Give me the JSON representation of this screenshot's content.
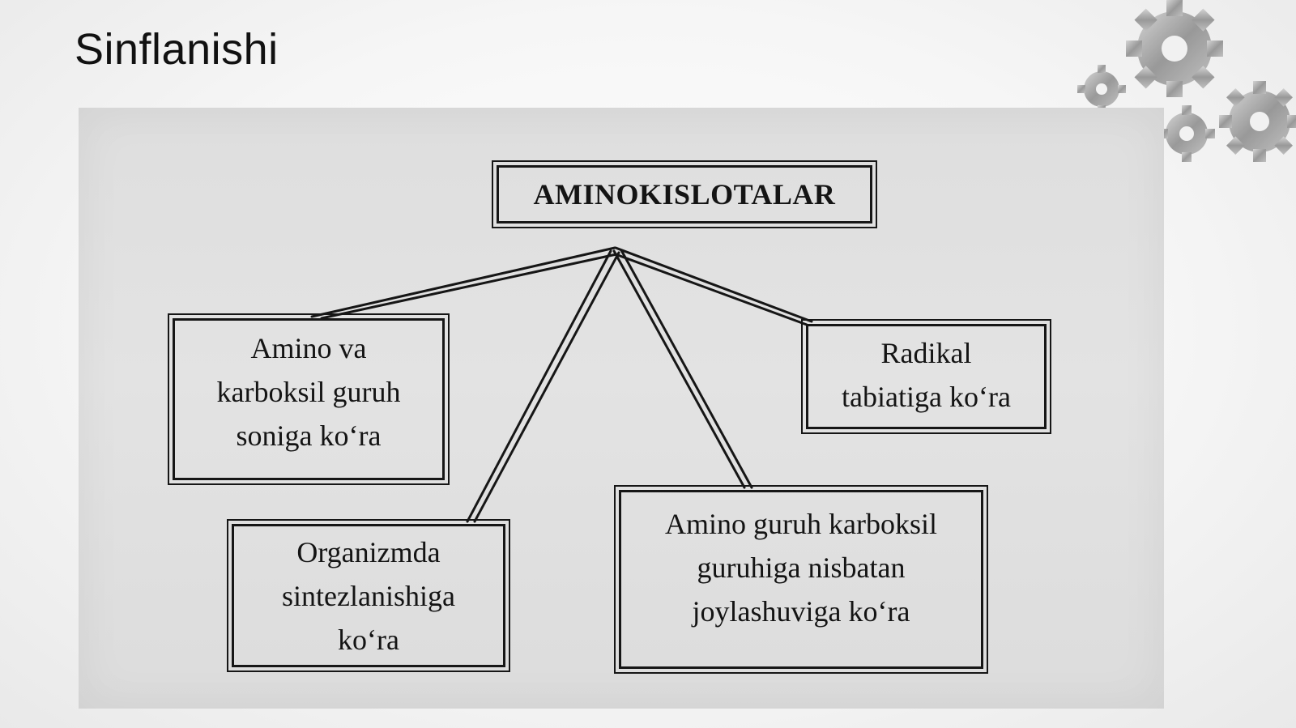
{
  "slide": {
    "title": "Sinflanishi"
  },
  "diagram": {
    "root": "AMINOKISLOTALAR",
    "nodes": [
      {
        "id": "amino-count",
        "lines": [
          "Amino va",
          "karboksil guruh",
          "soniga ko‘ra"
        ]
      },
      {
        "id": "radical",
        "lines": [
          "Radikal",
          "tabiatiga ko‘ra"
        ]
      },
      {
        "id": "synthesis",
        "lines": [
          "Organizmda",
          "sintezlanishiga",
          "ko‘ra"
        ]
      },
      {
        "id": "position",
        "lines": [
          "Amino guruh karboksil",
          "guruhiga nisbatan",
          "joylashuviga ko‘ra"
        ]
      }
    ],
    "edges": [
      {
        "from": "AMINOKISLOTALAR",
        "to": "amino-count"
      },
      {
        "from": "AMINOKISLOTALAR",
        "to": "synthesis"
      },
      {
        "from": "AMINOKISLOTALAR",
        "to": "position"
      },
      {
        "from": "AMINOKISLOTALAR",
        "to": "radical"
      }
    ]
  },
  "decoration": {
    "corner_graphic": "gears-icon",
    "line_color": "#161616",
    "photo_background": "#dfdfdf"
  }
}
